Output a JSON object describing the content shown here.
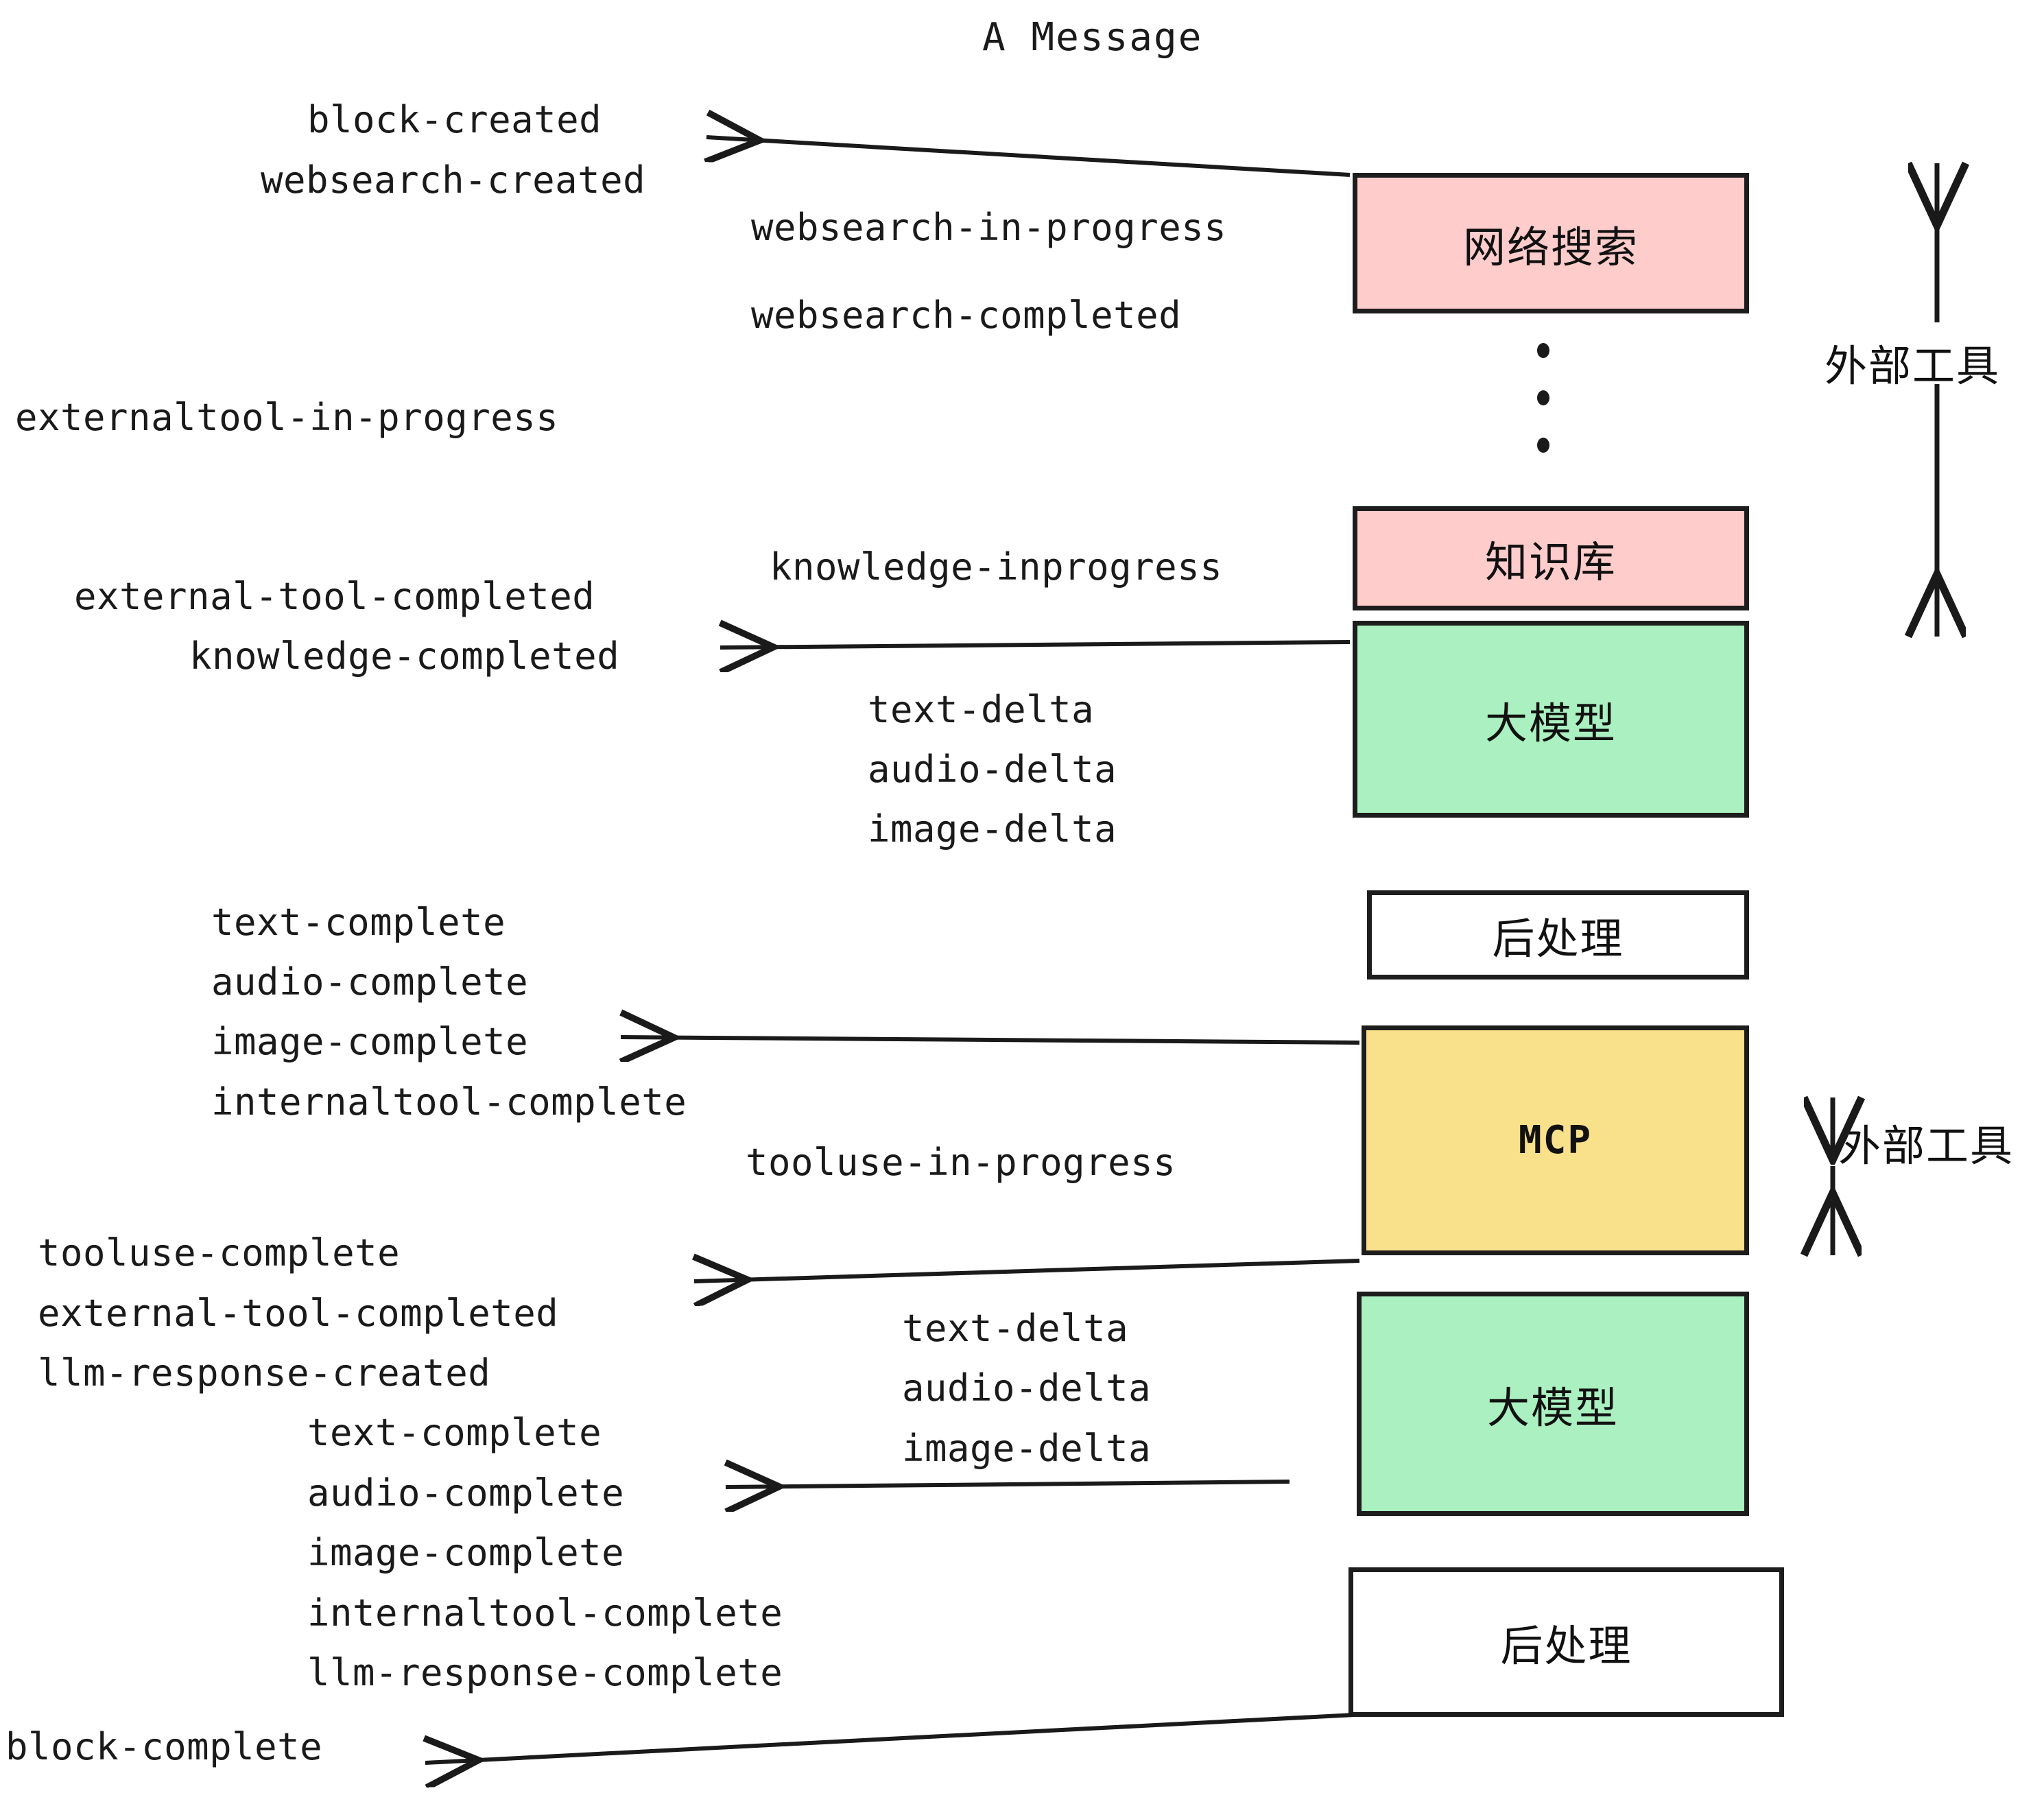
{
  "title": "A Message",
  "colors": {
    "external_tool_fill": "#ffcccc",
    "llm_fill": "#aaf0c0",
    "mcp_fill": "#f9e08a",
    "postprocess_fill": "#ffffff",
    "stroke": "#1d1d1d",
    "text": "#1a1a1a",
    "background": "#ffffff"
  },
  "nodes": [
    {
      "id": "websearch",
      "label": "网络搜索",
      "fill": "external_tool_fill"
    },
    {
      "id": "knowledge",
      "label": "知识库",
      "fill": "external_tool_fill"
    },
    {
      "id": "llm1",
      "label": "大模型",
      "fill": "llm_fill"
    },
    {
      "id": "postprocess1",
      "label": "后处理",
      "fill": "postprocess_fill"
    },
    {
      "id": "mcp",
      "label": "MCP",
      "fill": "mcp_fill"
    },
    {
      "id": "llm2",
      "label": "大模型",
      "fill": "llm_fill"
    },
    {
      "id": "postprocess2",
      "label": "后处理",
      "fill": "postprocess_fill"
    }
  ],
  "side_labels": [
    {
      "id": "external-tools-upper",
      "label": "外部工具"
    },
    {
      "id": "external-tools-lower",
      "label": "外部工具"
    }
  ],
  "events": [
    {
      "id": "block-created",
      "label": "block-created"
    },
    {
      "id": "websearch-created",
      "label": "websearch-created"
    },
    {
      "id": "websearch-in-progress",
      "label": "websearch-in-progress"
    },
    {
      "id": "websearch-completed",
      "label": "websearch-completed"
    },
    {
      "id": "externaltool-in-progress",
      "label": "externaltool-in-progress"
    },
    {
      "id": "knowledge-inprogress",
      "label": "knowledge-inprogress"
    },
    {
      "id": "external-tool-completed-1",
      "label": "external-tool-completed"
    },
    {
      "id": "knowledge-completed",
      "label": "knowledge-completed"
    },
    {
      "id": "text-delta-1",
      "label": "text-delta"
    },
    {
      "id": "audio-delta-1",
      "label": "audio-delta"
    },
    {
      "id": "image-delta-1",
      "label": "image-delta"
    },
    {
      "id": "text-complete-1",
      "label": "text-complete"
    },
    {
      "id": "audio-complete-1",
      "label": "audio-complete"
    },
    {
      "id": "image-complete-1",
      "label": "image-complete"
    },
    {
      "id": "internaltool-complete-1",
      "label": "internaltool-complete"
    },
    {
      "id": "tooluse-in-progress",
      "label": "tooluse-in-progress"
    },
    {
      "id": "tooluse-complete",
      "label": "tooluse-complete"
    },
    {
      "id": "external-tool-completed-2",
      "label": "external-tool-completed"
    },
    {
      "id": "llm-response-created",
      "label": "llm-response-created"
    },
    {
      "id": "text-delta-2",
      "label": "text-delta"
    },
    {
      "id": "audio-delta-2",
      "label": "audio-delta"
    },
    {
      "id": "image-delta-2",
      "label": "image-delta"
    },
    {
      "id": "text-complete-2",
      "label": "text-complete"
    },
    {
      "id": "audio-complete-2",
      "label": "audio-complete"
    },
    {
      "id": "image-complete-2",
      "label": "image-complete"
    },
    {
      "id": "internaltool-complete-2",
      "label": "internaltool-complete"
    },
    {
      "id": "llm-response-complete",
      "label": "llm-response-complete"
    },
    {
      "id": "block-complete",
      "label": "block-complete"
    }
  ]
}
